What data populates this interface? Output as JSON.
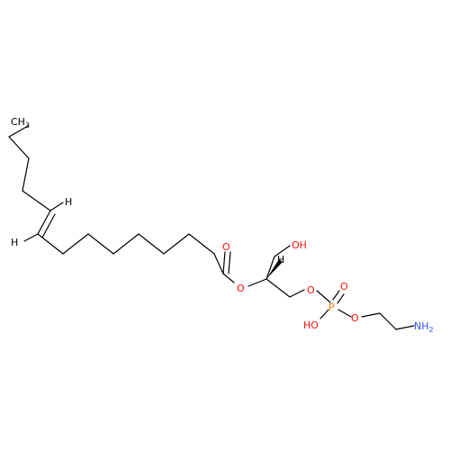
{
  "colors": {
    "bond": "#000000",
    "carbon": "#000000",
    "oxygen": "#ff0d0d",
    "nitrogen": "#3050f8",
    "phosphorus": "#ff8000",
    "hydrogen": "#000000"
  },
  "labels": {
    "ch3_main": "CH",
    "ch3_sub": "3",
    "h_alkene_top": "H",
    "h_alkene_left": "H",
    "o_carbonyl": "O",
    "o_ester": "O",
    "h_stereo": "H",
    "oh_glycerol": "OH",
    "o_phosphate_link": "O",
    "p": "P",
    "o_phosphoryl": "O",
    "ho_phosphate": "HO",
    "o_phosphate_ester": "O",
    "nh2_main": "NH",
    "nh2_sub": "2"
  }
}
